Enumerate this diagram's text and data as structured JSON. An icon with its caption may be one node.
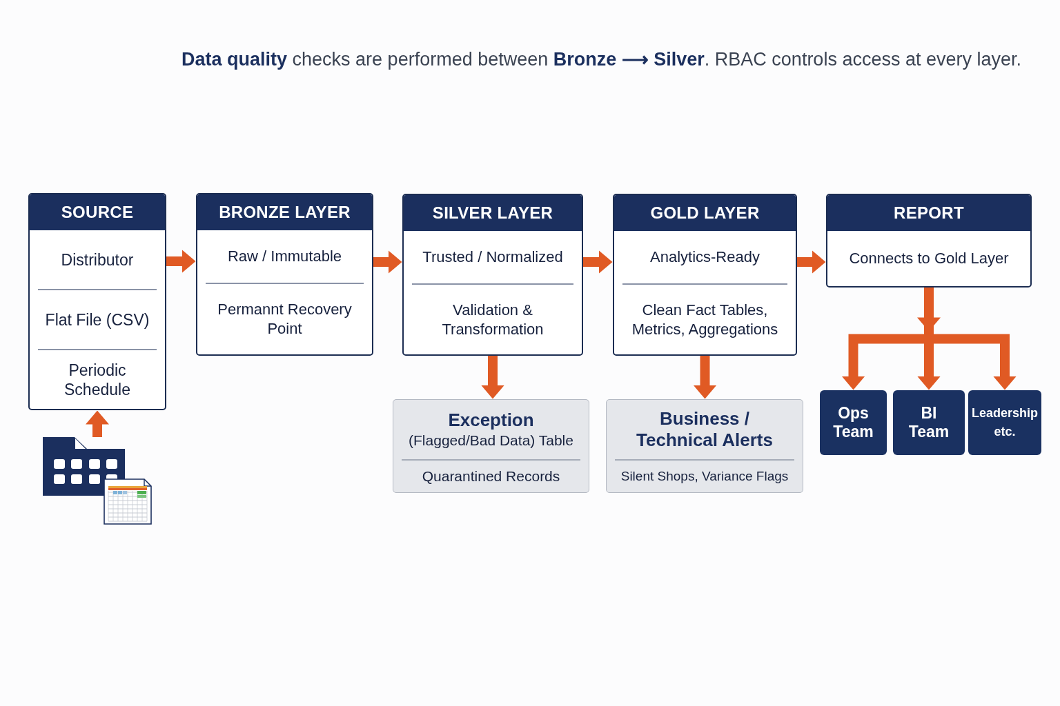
{
  "diagram": {
    "nodes": [
      {
        "text": [
          "SOURCE",
          "Distributor",
          "Flat File (CSV)",
          "Periodic Schedule"
        ]
      },
      {
        "text": [
          "BRONZE LAYER",
          "Raw / Immutable",
          "Permannt Recovery Point"
        ]
      },
      {
        "text": [
          "SILVER LAYER",
          "Trusted / Normalized",
          "Validation & Transformation"
        ]
      },
      {
        "text": [
          "GOLD LAYER",
          "Analytics-Ready",
          "Clean Fact Tables, Metrics, Aggregations"
        ]
      },
      {
        "text": [
          "REPORT",
          "Connects to Gold Layer"
        ]
      },
      {
        "text": [
          "Exception",
          "(Flagged/Bad Data) Table",
          "Quarantined Records"
        ]
      },
      {
        "text": [
          "Business / Technical Alerts",
          "Silent Shops, Variance Flags"
        ]
      },
      {
        "text": [
          "Ops Team"
        ]
      },
      {
        "text": [
          "BI Team"
        ]
      },
      {
        "text": [
          "Leadership etc."
        ]
      },
      {
        "text": [],
        "shape": "picture"
      }
    ],
    "edges": [
      {
        "from": 0,
        "to": 1,
        "arrow": "to"
      },
      {
        "from": 1,
        "to": 2,
        "arrow": "to"
      },
      {
        "from": 2,
        "to": 3,
        "arrow": "to"
      },
      {
        "from": 3,
        "to": 4,
        "arrow": "to"
      },
      {
        "from": 10,
        "to": 0,
        "arrow": "to"
      },
      {
        "from": 2,
        "to": 5,
        "arrow": "to"
      },
      {
        "from": 3,
        "to": 6,
        "arrow": "to"
      },
      {
        "from": 4,
        "to": 7,
        "arrow": "to"
      },
      {
        "from": 4,
        "to": 8,
        "arrow": "to"
      },
      {
        "from": 4,
        "to": 9,
        "arrow": "to"
      }
    ],
    "labels": [
      "**Data quality** checks are performed between **Bronze ⟶ Silver**. RBAC controls access at every layer."
    ]
  }
}
